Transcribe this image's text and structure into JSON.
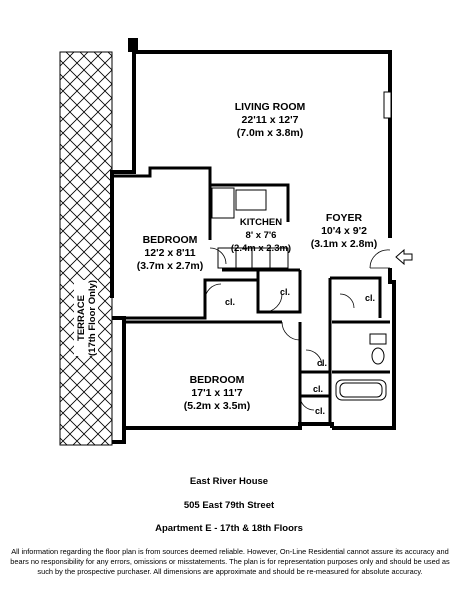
{
  "rooms": {
    "living": {
      "name": "LIVING ROOM",
      "dims": "22'11 x 12'7",
      "metric": "(7.0m x 3.8m)"
    },
    "kitchen": {
      "name": "KITCHEN",
      "dims": "8' x 7'6",
      "metric": "(2.4m x 2.3m)"
    },
    "foyer": {
      "name": "FOYER",
      "dims": "10'4 x 9'2",
      "metric": "(3.1m x 2.8m)"
    },
    "bedroom1": {
      "name": "BEDROOM",
      "dims": "12'2 x 8'11",
      "metric": "(3.7m x 2.7m)"
    },
    "bedroom2": {
      "name": "BEDROOM",
      "dims": "17'1 x 11'7",
      "metric": "(5.2m x 3.5m)"
    },
    "terrace": {
      "name": "TERRACE",
      "note": "(17th Floor Only)"
    }
  },
  "closet_label": "cl.",
  "caption": {
    "building": "East River House",
    "address": "505 East 79th Street",
    "apartment": "Apartment E - 17th & 18th Floors"
  },
  "disclaimer": "All information regarding the floor plan is from sources deemed reliable. However, On-Line Residential cannot assure its accuracy and bears no responsibility for any errors, omissions or misstatements. The plan is for representation purposes only and should be used as such by the prospective purchaser. All dimensions are approximate and should be re-measured for absolute accuracy."
}
